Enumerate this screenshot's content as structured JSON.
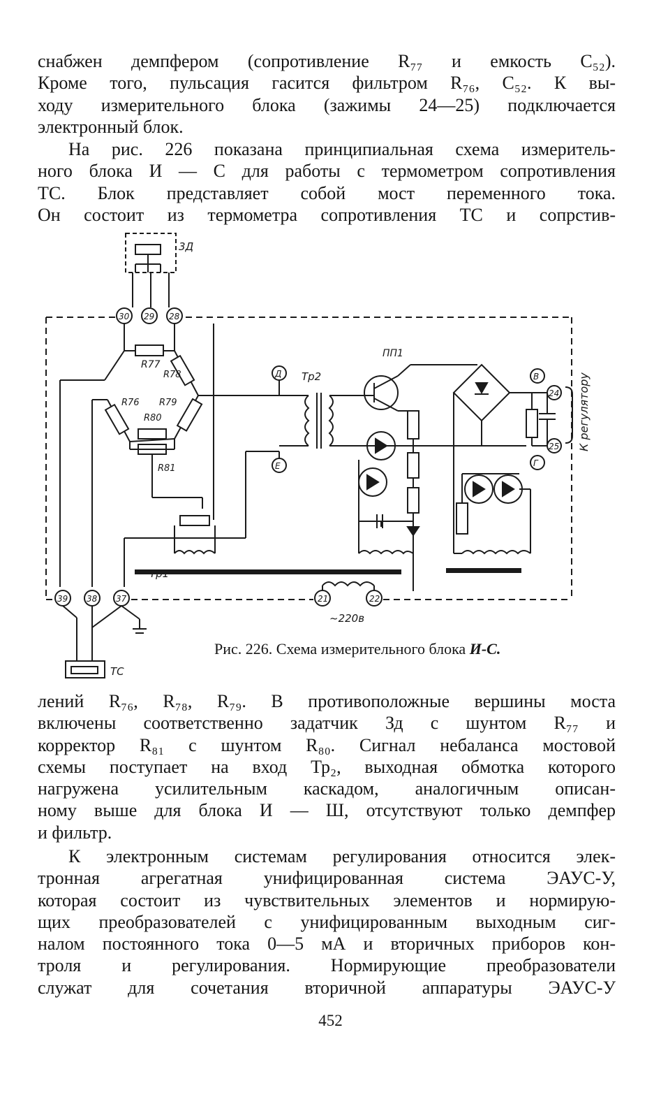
{
  "paragraph_1": {
    "lines": [
      "снабжен демпфером (сопротивление R₇₇ и емкость C₅₂).",
      "Кроме того, пульсация гасится фильтром R₇₆, C₅₂. К вы-",
      "ходу измерительного блока (зажимы 24—25) подключается",
      "электронный блок."
    ]
  },
  "paragraph_2": {
    "lines": [
      "На рис. 226 показана принципиальная схема измеритель-",
      "ного блока И — С для работы с термометром сопротивления",
      "ТС. Блок представляет собой мост переменного тока.",
      "Он состоит из термометра сопротивления ТС и сопрстив-"
    ]
  },
  "figure": {
    "caption_prefix": "Рис. 226. Схема измерительного блока ",
    "caption_title": "И-С.",
    "labels": {
      "zd": "3Д",
      "terminals": [
        "30",
        "29",
        "28",
        "39",
        "38",
        "37",
        "21",
        "22",
        "24",
        "25"
      ],
      "r77": "R77",
      "r78": "R78",
      "r76": "R76",
      "r79": "R79",
      "r80": "R80",
      "r81": "R81",
      "d": "Д",
      "e": "Е",
      "v": "В",
      "g": "Г",
      "tr2": "Тр2",
      "pp1": "ПП1",
      "tr1": "Тр1",
      "tc": "ТС",
      "mains": "~220в",
      "to_regulator": "К регулятору"
    }
  },
  "paragraph_3": {
    "lines": [
      "лений R₇₆, R₇₈, R₇₉. В противоположные вершины моста",
      "включены соответственно задатчик Зд с шунтом R₇₇ и",
      "корректор R₈₁ с шунтом R₈₀. Сигнал небаланса мостовой",
      "схемы поступает на вход Тр₂, выходная обмотка которого",
      "нагружена усилительным каскадом, аналогичным описан-",
      "ному выше для блока И — Ш, отсутствуют только демпфер",
      "и фильтр."
    ]
  },
  "paragraph_4": {
    "lines": [
      "К электронным системам регулирования относится элек-",
      "тронная агрегатная унифицированная система ЭАУС-У,",
      "которая состоит из чувствительных элементов и нормирую-",
      "щих преобразователей с унифицированным выходным сиг-",
      "налом постоянного тока 0—5 мА и вторичных приборов кон-",
      "троля и регулирования. Нормирующие преобразователи",
      "служат для сочетания вторичной аппаратуры ЭАУС-У"
    ]
  },
  "page_number": "452"
}
